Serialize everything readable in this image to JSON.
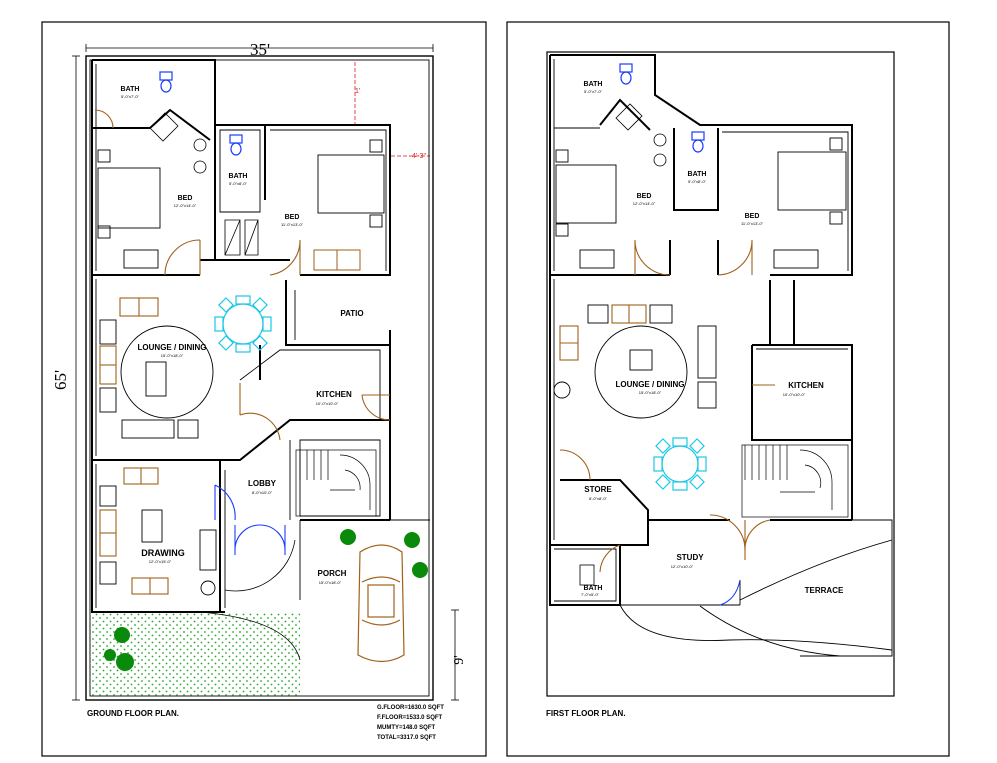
{
  "ground_floor": {
    "title": "GROUND FLOOR PLAN.",
    "dims": {
      "width": "35'",
      "depth": "65'",
      "front_setback": "9'",
      "side_setback": "4'-3\"",
      "back_setback": "1'"
    },
    "rooms": {
      "bath1": {
        "name": "BATH",
        "size": "5'-0\"x7'-0\""
      },
      "bath2": {
        "name": "BATH",
        "size": "5'-0\"x8'-0\""
      },
      "bed1": {
        "name": "BED",
        "size": "12'-0\"x14'-0\""
      },
      "bed2": {
        "name": "BED",
        "size": "11'-0\"x13'-0\""
      },
      "patio": {
        "name": "PATIO"
      },
      "lounge": {
        "name": "LOUNGE / DINING",
        "size": "15'-0\"x18'-0\""
      },
      "kitchen": {
        "name": "KITCHEN",
        "size": "10'-0\"x10'-0\""
      },
      "lobby": {
        "name": "LOBBY",
        "size": "8'-0\"x10'-0\""
      },
      "drawing": {
        "name": "DRAWING",
        "size": "12'-0\"x15'-0\""
      },
      "porch": {
        "name": "PORCH",
        "size": "15'-0\"x18'-0\""
      }
    },
    "areas": [
      "G.FLOOR=1630.0 SQFT",
      "F.FLOOR=1533.0 SQFT",
      "MUMTY=148.0 SQFT",
      "TOTAL=3317.0 SQFT"
    ]
  },
  "first_floor": {
    "title": "FIRST FLOOR PLAN.",
    "rooms": {
      "bath1": {
        "name": "BATH",
        "size": "5'-0\"x7'-0\""
      },
      "bath2": {
        "name": "BATH",
        "size": "5'-0\"x8'-0\""
      },
      "bed1": {
        "name": "BED",
        "size": "12'-0\"x14'-0\""
      },
      "bed2": {
        "name": "BED",
        "size": "11'-0\"x13'-0\""
      },
      "lounge": {
        "name": "LOUNGE / DINING",
        "size": "15'-0\"x18'-0\""
      },
      "kitchen": {
        "name": "KITCHEN",
        "size": "10'-0\"x10'-0\""
      },
      "store": {
        "name": "STORE",
        "size": "8'-0\"x8'-0\""
      },
      "study": {
        "name": "STUDY",
        "size": "12'-0\"x10'-0\""
      },
      "bath3": {
        "name": "BATH",
        "size": "7'-0\"x5'-0\""
      },
      "terrace": {
        "name": "TERRACE"
      }
    }
  },
  "colors": {
    "wall": "#000000",
    "furniture": "#a0601a",
    "dining": "#19c8e6",
    "sanitary": "#1a3cff",
    "plant": "#0a8a0a",
    "lawn": "#2aa82a",
    "dimension_mark": "#e0141e"
  }
}
